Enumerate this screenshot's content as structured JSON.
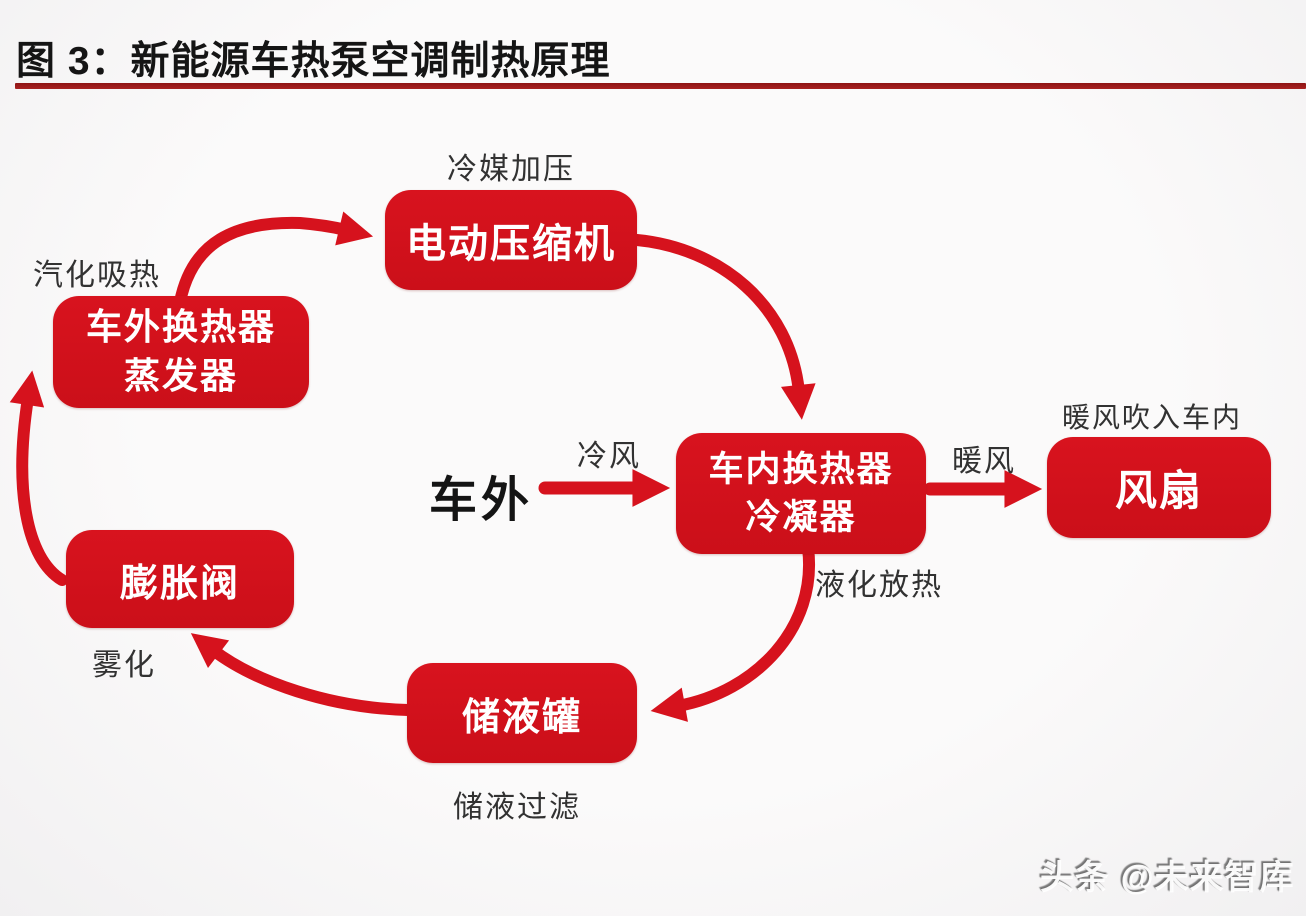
{
  "figure": {
    "title": "图 3：新能源车热泵空调制热原理",
    "watermark": "头条 @未来智库"
  },
  "colors": {
    "node_red": "#d0121b",
    "arrow_red": "#d6121d",
    "title_underline_red": "#9a1a1a",
    "annotation_gray": "#323232",
    "node_text": "#ffffff",
    "background": "#f7f6f6"
  },
  "nodes": {
    "compressor": {
      "label": "电动压缩机",
      "annotation": "冷媒加压"
    },
    "outside_hx": {
      "line1": "车外换热器",
      "line2": "蒸发器",
      "annotation": "汽化吸热"
    },
    "expansion_valve": {
      "label": "膨胀阀",
      "annotation": "雾化"
    },
    "reservoir": {
      "label": "储液罐",
      "annotation": "储液过滤"
    },
    "inside_hx": {
      "line1": "车内换热器",
      "line2": "冷凝器",
      "annotation": "液化放热"
    },
    "fan": {
      "label": "风扇",
      "annotation": "暖风吹入车内"
    }
  },
  "flows": {
    "source_label": "车外",
    "cold_air_label": "冷风",
    "warm_air_label": "暖风"
  },
  "edges": [
    {
      "from": "outside_hx",
      "to": "compressor"
    },
    {
      "from": "compressor",
      "to": "inside_hx"
    },
    {
      "from": "inside_hx",
      "to": "reservoir"
    },
    {
      "from": "reservoir",
      "to": "expansion_valve"
    },
    {
      "from": "expansion_valve",
      "to": "outside_hx"
    },
    {
      "from": "车外",
      "to": "inside_hx",
      "label": "冷风"
    },
    {
      "from": "inside_hx",
      "to": "fan",
      "label": "暖风"
    }
  ]
}
